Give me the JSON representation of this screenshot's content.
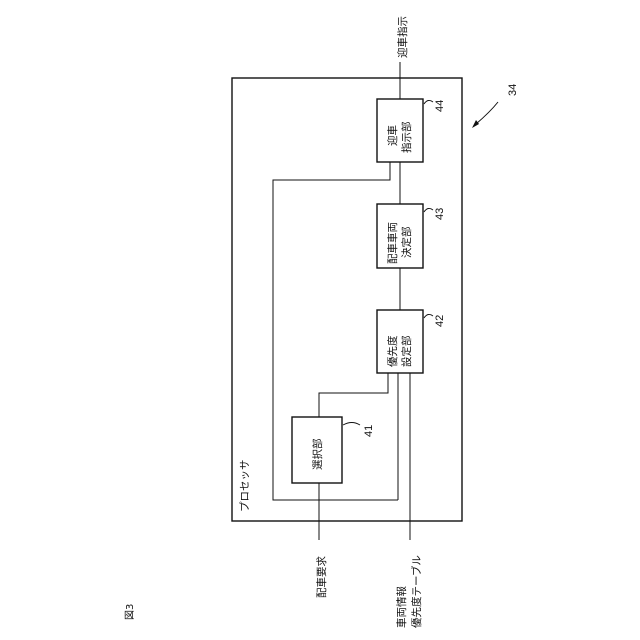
{
  "figure": {
    "label": "図3"
  },
  "processor": {
    "label": "プロセッサ",
    "ref": "34"
  },
  "blocks": {
    "selector": {
      "label": "選択部",
      "ref": "41"
    },
    "priority_setter": {
      "line1": "優先度",
      "line2": "設定部",
      "ref": "42"
    },
    "vehicle_decider": {
      "line1": "配車車両",
      "line2": "決定部",
      "ref": "43"
    },
    "pickup_instructor": {
      "line1": "迎車",
      "line2": "指示部",
      "ref": "44"
    }
  },
  "io": {
    "input_request": "配車要求",
    "input_table_line1": "車両情報",
    "input_table_line2": "優先度テーブル",
    "output_instruction": "迎車指示"
  }
}
